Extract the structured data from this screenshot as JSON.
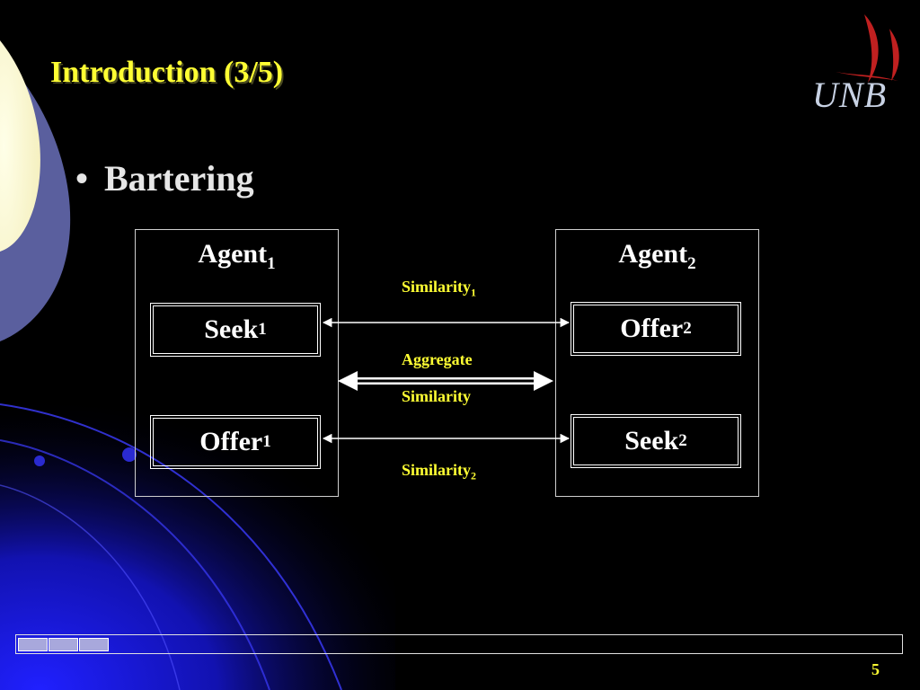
{
  "slide": {
    "title": "Introduction (3/5)",
    "logo_text": "UNB",
    "bullet": "Bartering",
    "page_number": "5"
  },
  "diagram": {
    "agent1": {
      "name": "Agent",
      "sub": "1"
    },
    "agent2": {
      "name": "Agent",
      "sub": "2"
    },
    "agent1_top": {
      "name": "Seek",
      "sub": "1"
    },
    "agent1_bottom": {
      "name": "Offer",
      "sub": "1"
    },
    "agent2_top": {
      "name": "Offer",
      "sub": "2"
    },
    "agent2_bottom": {
      "name": "Seek",
      "sub": "2"
    },
    "similarity1": {
      "name": "Similarity",
      "sub": "1"
    },
    "similarity2": {
      "name": "Similarity",
      "sub": "2"
    },
    "aggregate_line1": "Aggregate",
    "aggregate_line2": "Similarity"
  },
  "colors": {
    "title": "#ffff33",
    "label": "#ffff33",
    "text": "#ffffff",
    "background": "#000000",
    "accent_blue": "#1a1acc"
  }
}
